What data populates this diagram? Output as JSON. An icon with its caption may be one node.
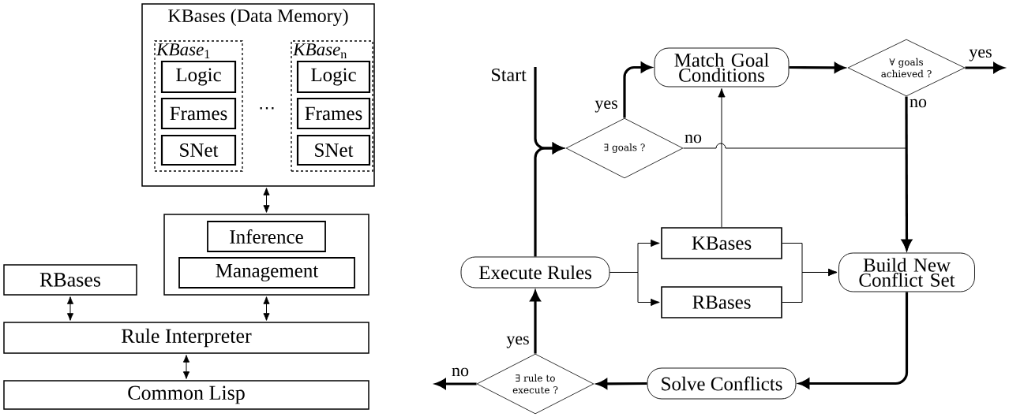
{
  "diagram": {
    "nodes": [
      {
        "text": [
          "KBases (Data Memory)"
        ]
      },
      {
        "text": [
          "*KBase*$_{1}$"
        ],
        "in": 0
      },
      {
        "text": [
          "Logic"
        ],
        "in": 1
      },
      {
        "text": [
          "Frames"
        ],
        "in": 1
      },
      {
        "text": [
          "SNet"
        ],
        "in": 1
      },
      {
        "text": [
          "*KBase*$_{n}$"
        ],
        "in": 0
      },
      {
        "text": [
          "Logic"
        ],
        "in": 5
      },
      {
        "text": [
          "Frames"
        ],
        "in": 5
      },
      {
        "text": [
          "SNet"
        ],
        "in": 5
      },
      {
        "text": [],
        "shape": "box"
      },
      {
        "text": [
          "Inference"
        ],
        "in": 9
      },
      {
        "text": [
          "Management"
        ],
        "in": 9
      },
      {
        "text": [
          "RBases"
        ]
      },
      {
        "text": [
          "Rule Interpreter"
        ]
      },
      {
        "text": [
          "Common Lisp"
        ]
      },
      {
        "text": [
          "Start"
        ]
      },
      {
        "text": [
          "∃ goals ?"
        ]
      },
      {
        "text": [
          "Match Goal Conditions"
        ]
      },
      {
        "text": [
          "∀ goals achieved ?"
        ]
      },
      {
        "text": [
          "Execute Rules"
        ]
      },
      {
        "text": [
          "KBases"
        ]
      },
      {
        "text": [
          "RBases"
        ]
      },
      {
        "text": [
          "Build New Conflict Set"
        ]
      },
      {
        "text": [
          "Solve Conflicts"
        ]
      },
      {
        "text": [
          "∃ rule to execute ?"
        ]
      }
    ],
    "edges": [
      {
        "from": 0,
        "to": 9,
        "arrow": "both"
      },
      {
        "from": 12,
        "to": 13,
        "arrow": "both"
      },
      {
        "from": 9,
        "to": 13,
        "arrow": "both"
      },
      {
        "from": 13,
        "to": 14,
        "arrow": "both"
      },
      {
        "from": 15,
        "to": 16,
        "arrow": "to",
        "style": "thick"
      },
      {
        "from": 19,
        "to": 16,
        "arrow": "to",
        "style": "thick"
      },
      {
        "from": 16,
        "to": 17,
        "arrow": "to",
        "style": "thick",
        "label": "yes"
      },
      {
        "from": 16,
        "to": 22,
        "arrow": "to",
        "label": "no"
      },
      {
        "from": 17,
        "to": 18,
        "arrow": "to",
        "style": "thick"
      },
      {
        "from": 18,
        "to": null,
        "arrow": "to",
        "style": "thick",
        "label": "yes"
      },
      {
        "from": 18,
        "to": 22,
        "arrow": "to",
        "style": "thick",
        "label": "no"
      },
      {
        "from": 20,
        "to": 17,
        "arrow": "to"
      },
      {
        "from": 19,
        "to": 20,
        "arrow": "to"
      },
      {
        "from": 19,
        "to": 21,
        "arrow": "to"
      },
      {
        "from": 20,
        "to": 22,
        "arrow": "to"
      },
      {
        "from": 21,
        "to": 22,
        "arrow": "to"
      },
      {
        "from": 22,
        "to": 23,
        "arrow": "to",
        "style": "thick"
      },
      {
        "from": 23,
        "to": 24,
        "arrow": "to",
        "style": "thick"
      },
      {
        "from": 24,
        "to": 19,
        "arrow": "to",
        "style": "thick",
        "label": "yes"
      },
      {
        "from": 24,
        "to": null,
        "arrow": "to",
        "style": "thick",
        "label": "no"
      }
    ],
    "labels": [
      "⋯"
    ]
  }
}
